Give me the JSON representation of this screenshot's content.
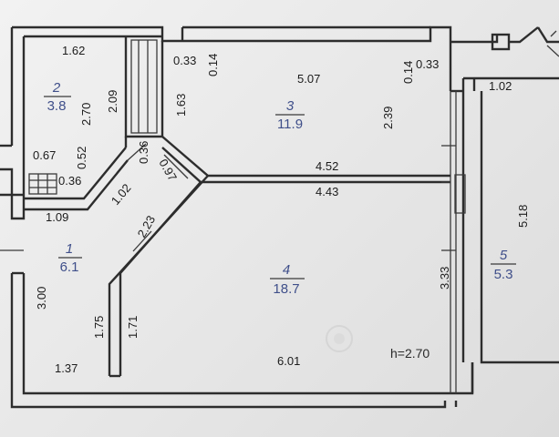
{
  "plan": {
    "height_label": "h=2.70",
    "rooms": [
      {
        "number": "1",
        "area": "6.1"
      },
      {
        "number": "2",
        "area": "3.8"
      },
      {
        "number": "3",
        "area": "11.9"
      },
      {
        "number": "4",
        "area": "18.7"
      },
      {
        "number": "5",
        "area": "5.3"
      }
    ],
    "dimensions": {
      "d_1_62": "1.62",
      "d_0_33_a": "0.33",
      "d_0_14_a": "0.14",
      "d_5_07": "5.07",
      "d_0_14_b": "0.14",
      "d_0_33_b": "0.33",
      "d_1_02_a": "1.02",
      "d_2_70": "2.70",
      "d_2_09": "2.09",
      "d_1_63": "1.63",
      "d_2_39": "2.39",
      "d_0_67": "0.67",
      "d_0_52": "0.52",
      "d_0_36_a": "0.36",
      "d_0_36_b": "0.36",
      "d_0_97": "0.97",
      "d_1_02_b": "1.02",
      "d_4_52": "4.52",
      "d_4_43": "4.43",
      "d_1_09": "1.09",
      "d_2_23": "2.23",
      "d_5_18": "5.18",
      "d_3_33": "3.33",
      "d_3_00": "3.00",
      "d_1_75": "1.75",
      "d_1_71": "1.71",
      "d_1_37": "1.37",
      "d_6_01": "6.01"
    }
  }
}
